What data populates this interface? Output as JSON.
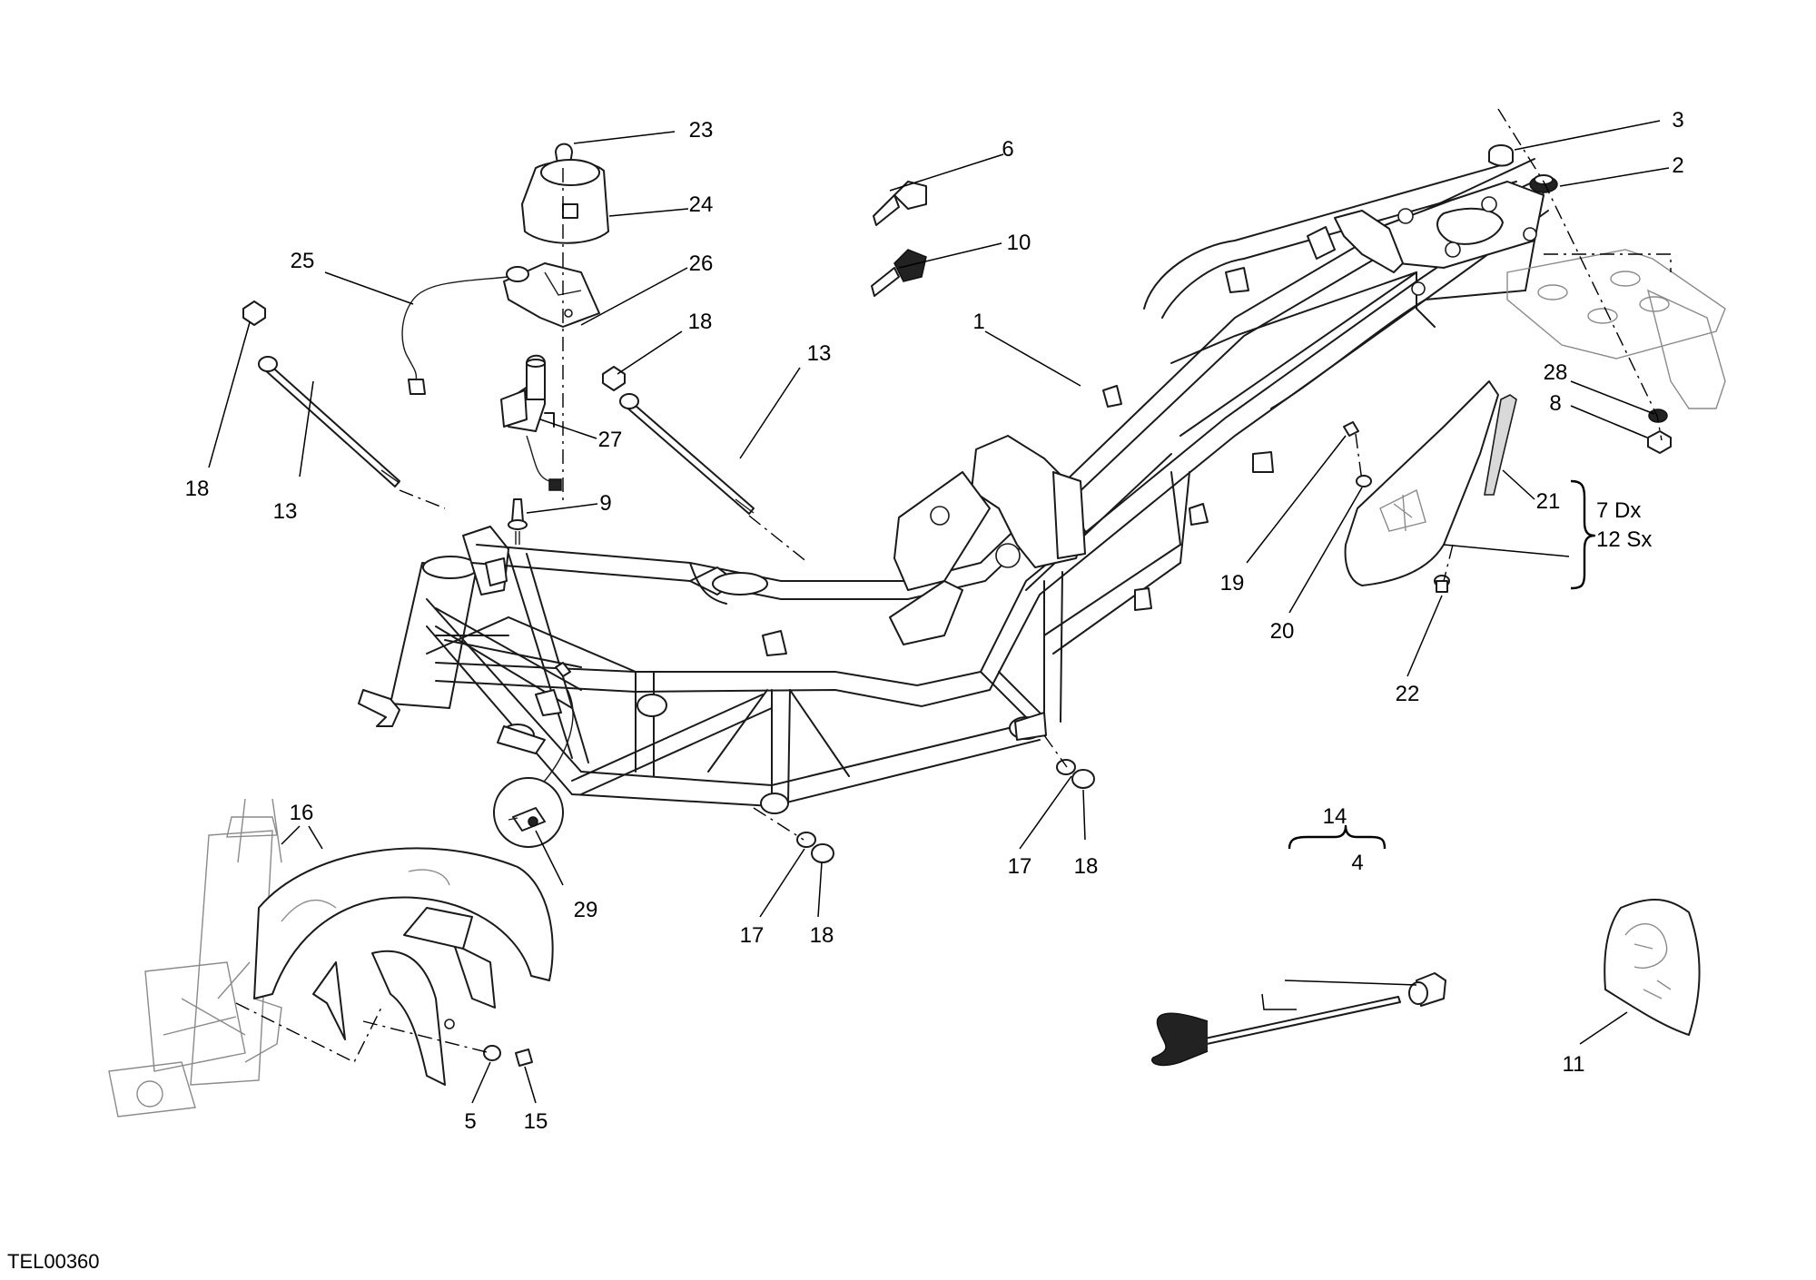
{
  "drawing_code": "TEL00360",
  "callouts": {
    "c1": "1",
    "c2": "2",
    "c3": "3",
    "c4": "4",
    "c5": "5",
    "c6": "6",
    "c8": "8",
    "c9": "9",
    "c10": "10",
    "c11": "11",
    "c13a": "13",
    "c13b": "13",
    "c14": "14",
    "c15": "15",
    "c16": "16",
    "c17a": "17",
    "c17b": "17",
    "c18a": "18",
    "c18b": "18",
    "c18c": "18",
    "c18d": "18",
    "c19": "19",
    "c20": "20",
    "c21": "21",
    "c22": "22",
    "c23": "23",
    "c24": "24",
    "c25": "25",
    "c26": "26",
    "c27": "27",
    "c28": "28",
    "c29": "29"
  },
  "variants": {
    "right": "7 Dx",
    "left": "12 Sx"
  }
}
